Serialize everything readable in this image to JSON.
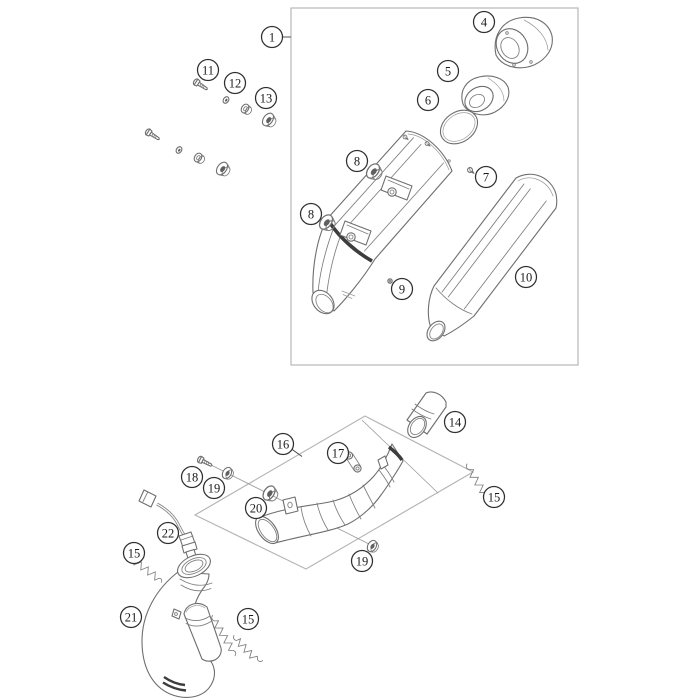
{
  "diagram": {
    "background": "#ffffff",
    "line_color": "#6e6e6e",
    "dark_accent": "#3d3d3d",
    "frame_color": "#b4b4b4",
    "callout_ring_color": "#2f2f2f"
  },
  "callouts": {
    "c1": {
      "label": "1"
    },
    "c4": {
      "label": "4"
    },
    "c5": {
      "label": "5"
    },
    "c6": {
      "label": "6"
    },
    "c7": {
      "label": "7"
    },
    "c8a": {
      "label": "8"
    },
    "c8b": {
      "label": "8"
    },
    "c9": {
      "label": "9"
    },
    "c10": {
      "label": "10"
    },
    "c11": {
      "label": "11"
    },
    "c12": {
      "label": "12"
    },
    "c13": {
      "label": "13"
    },
    "c14": {
      "label": "14"
    },
    "c15a": {
      "label": "15"
    },
    "c15b": {
      "label": "15"
    },
    "c15c": {
      "label": "15"
    },
    "c16": {
      "label": "16"
    },
    "c17": {
      "label": "17"
    },
    "c18": {
      "label": "18"
    },
    "c19a": {
      "label": "19"
    },
    "c19b": {
      "label": "19"
    },
    "c20": {
      "label": "20"
    },
    "c21": {
      "label": "21"
    },
    "c22": {
      "label": "22"
    }
  }
}
